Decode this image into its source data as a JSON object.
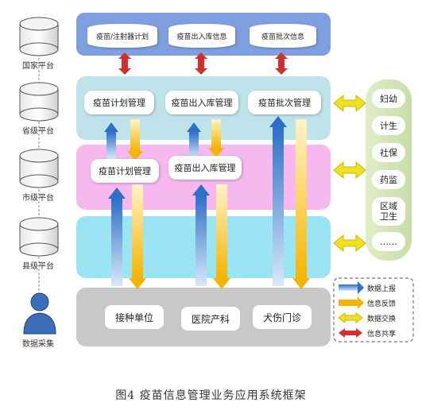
{
  "left_platforms": [
    {
      "label": "国家平台"
    },
    {
      "label": "省级平台"
    },
    {
      "label": "市级平台"
    },
    {
      "label": "县级平台"
    }
  ],
  "data_collection_label": "数据采集",
  "national_row": [
    {
      "label": "疫苗/注射器计划"
    },
    {
      "label": "疫苗出入库信息"
    },
    {
      "label": "疫苗批次信息"
    }
  ],
  "provincial_row": [
    {
      "label": "疫苗计划管理"
    },
    {
      "label": "疫苗出入库管理"
    },
    {
      "label": "疫苗批次管理"
    }
  ],
  "municipal_row": [
    {
      "label": "疫苗计划管理"
    },
    {
      "label": "疫苗出入库管理"
    }
  ],
  "bottom_row": [
    {
      "label": "接种单位"
    },
    {
      "label": "医院产科"
    },
    {
      "label": "犬伤门诊"
    }
  ],
  "right_panel": [
    {
      "label": "妇幼"
    },
    {
      "label": "计生"
    },
    {
      "label": "社保"
    },
    {
      "label": "药监"
    },
    {
      "label": "区域\n卫生"
    },
    {
      "label": "……"
    }
  ],
  "legend": [
    {
      "label": "数据上报",
      "color": "#3a7fd0"
    },
    {
      "label": "信息反馈",
      "color": "#f5b400"
    },
    {
      "label": "数据交换",
      "color": "#f0e020"
    },
    {
      "label": "信息共享",
      "color": "#d03030"
    }
  ],
  "caption": "图4  疫苗信息管理业务应用系统框架"
}
